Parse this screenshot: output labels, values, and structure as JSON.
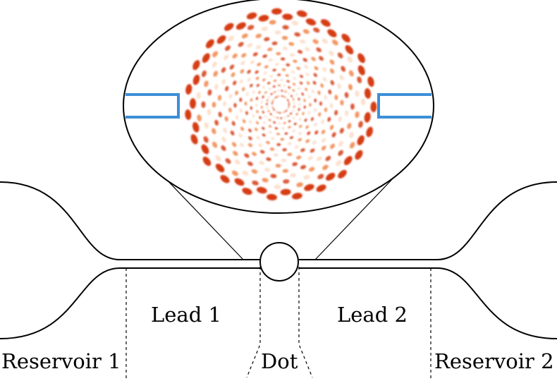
{
  "labels": {
    "reservoir_1": "Reservoir 1",
    "lead_1": "Lead 1",
    "dot": "Dot",
    "lead_2": "Lead 2",
    "reservoir_2": "Reservoir 2"
  },
  "colors": {
    "outline": "#000000",
    "lead_frame": "#3d8fd6",
    "density_peak": "#d22a00",
    "density_mid": "#f07a3a",
    "density_low": "#fbd9c2",
    "background": "#ffffff"
  },
  "inset": {
    "content": "wavefunction density pattern in circular dot",
    "symmetry_order": 23
  }
}
